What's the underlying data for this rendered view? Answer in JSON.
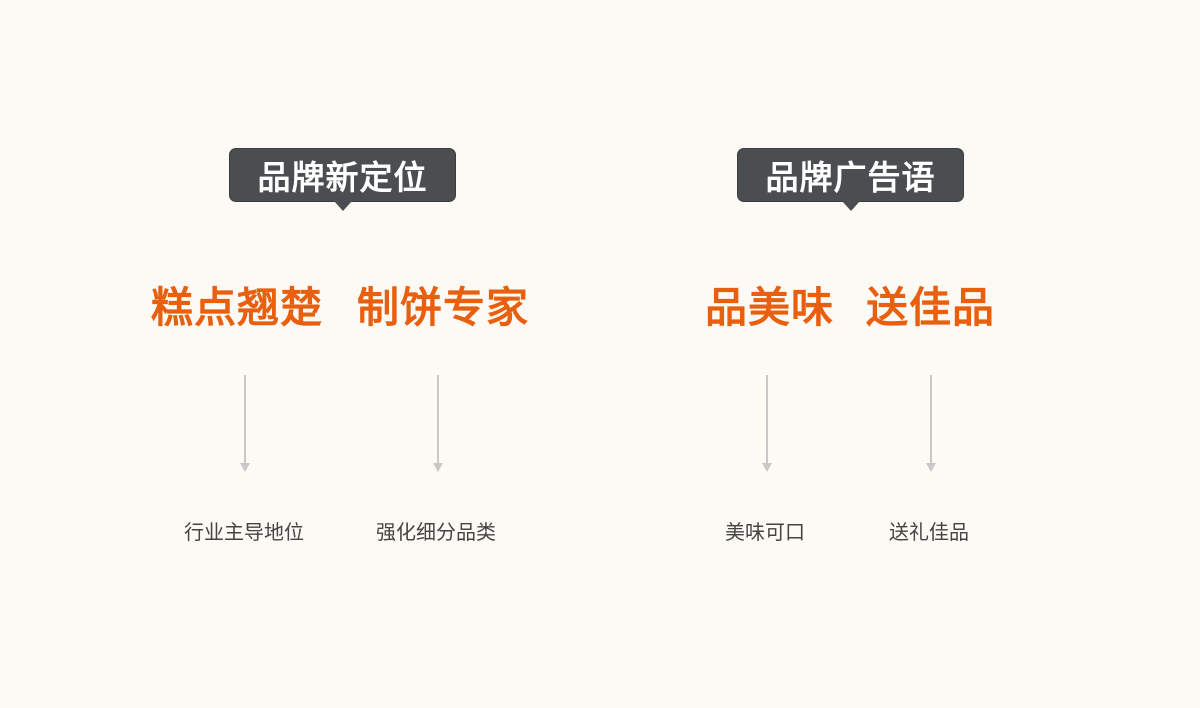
{
  "colors": {
    "background": "#fdfaf5",
    "bubble": "#4b4e51",
    "accent": "#e8600f",
    "arrow": "#c8c8c8",
    "subtext": "#444444"
  },
  "left": {
    "title": "品牌新定位",
    "headline_1": "糕点翘楚",
    "headline_2": "制饼专家",
    "sub_1": "行业主导地位",
    "sub_2": "强化细分品类"
  },
  "right": {
    "title": "品牌广告语",
    "headline_1": "品美味",
    "headline_2": "送佳品",
    "sub_1": "美味可口",
    "sub_2": "送礼佳品"
  }
}
